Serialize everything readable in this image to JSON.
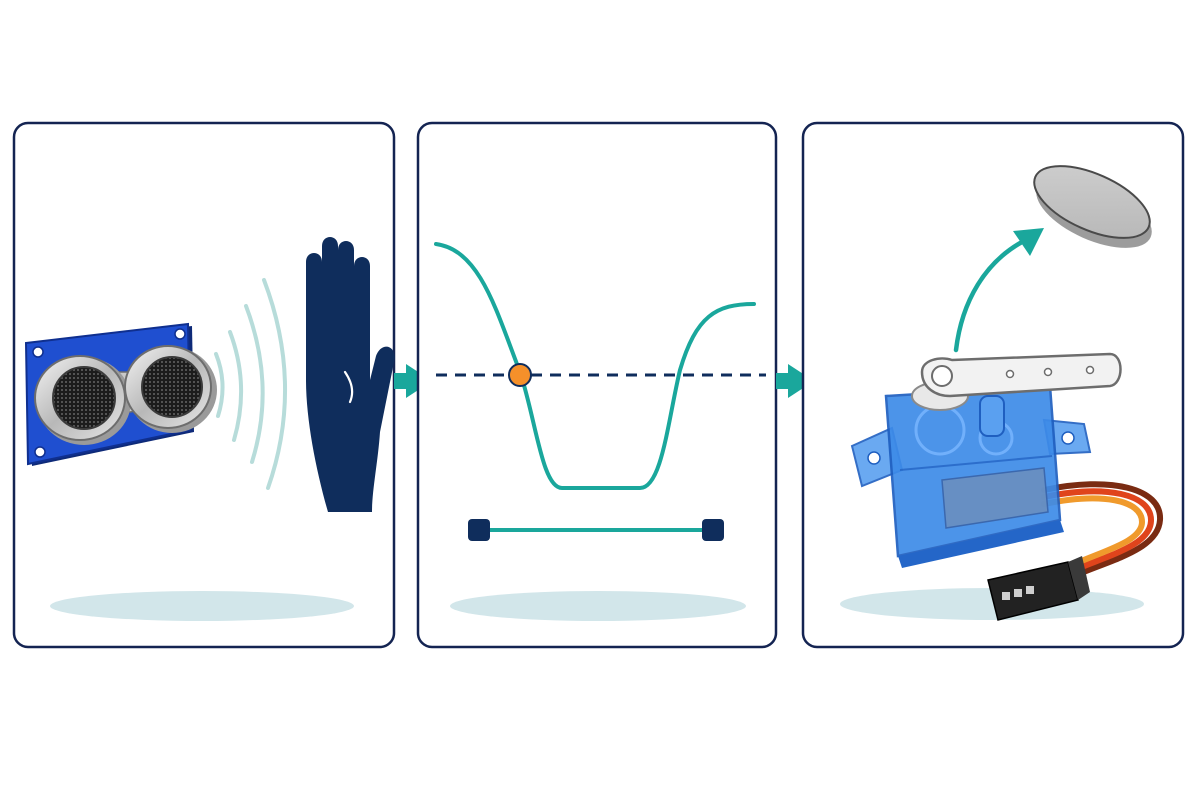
{
  "colors": {
    "panel_border": "#142452",
    "teal": "#1aa79c",
    "navy": "#0f2d5c",
    "orange": "#f5902a",
    "shadow": "#d2e6ea",
    "sensor_blue": "#1f4fd0",
    "servo_blue": "#3d8be8",
    "wave": "#b7dcda"
  },
  "panels": [
    {
      "id": "sensor-panel",
      "icons": [
        "ultrasonic-sensor-icon",
        "sound-waves-icon",
        "hand-icon"
      ]
    },
    {
      "id": "signal-panel",
      "icons": [
        "signal-curve-icon",
        "threshold-line-icon",
        "crossing-point-icon",
        "duration-bar-icon"
      ]
    },
    {
      "id": "actuator-panel",
      "icons": [
        "servo-motor-icon",
        "lid-icon",
        "motion-arrow-icon"
      ]
    }
  ]
}
